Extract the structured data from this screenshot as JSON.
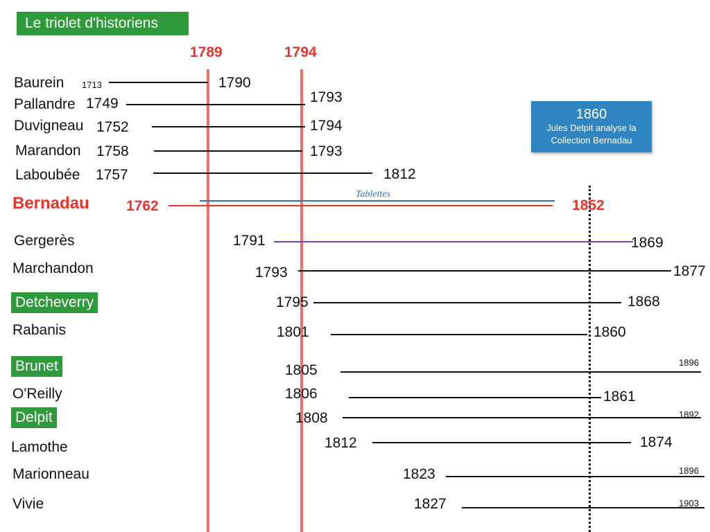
{
  "title": "Le triolet d'historiens",
  "markers": {
    "year_a": "1789",
    "year_b": "1794"
  },
  "info_box": {
    "year": "1860",
    "line1": "Jules Delpit analyse la",
    "line2": "Collection Bernadau"
  },
  "tablettes_label": "Tablettes",
  "historians": [
    {
      "name": "Baurein",
      "birth": "1713",
      "death": "1790"
    },
    {
      "name": "Pallandre",
      "birth": "1749",
      "death": "1793"
    },
    {
      "name": "Duvigneau",
      "birth": "1752",
      "death": "1794"
    },
    {
      "name": "Marandon",
      "birth": "1758",
      "death": "1793"
    },
    {
      "name": "Laboubée",
      "birth": "1757",
      "death": "1812"
    },
    {
      "name": "Bernadau",
      "birth": "1762",
      "death": "1852"
    },
    {
      "name": "Gergerès",
      "birth": "1791",
      "death": "1869"
    },
    {
      "name": "Marchandon",
      "birth": "1793",
      "death": "1877"
    },
    {
      "name": "Detcheverry",
      "birth": "1795",
      "death": "1868"
    },
    {
      "name": "Rabanis",
      "birth": "1801",
      "death": "1860"
    },
    {
      "name": "Brunet",
      "birth": "1805",
      "death": "1896"
    },
    {
      "name": "O'Reilly",
      "birth": "1806",
      "death": "1861"
    },
    {
      "name": "Delpit",
      "birth": "1808",
      "death": "1892"
    },
    {
      "name": "Lamothe",
      "birth": "1812",
      "death": "1874"
    },
    {
      "name": "Marionneau",
      "birth": "1823",
      "death": "1896"
    },
    {
      "name": "Vivie",
      "birth": "1827",
      "death": "1903"
    }
  ]
}
